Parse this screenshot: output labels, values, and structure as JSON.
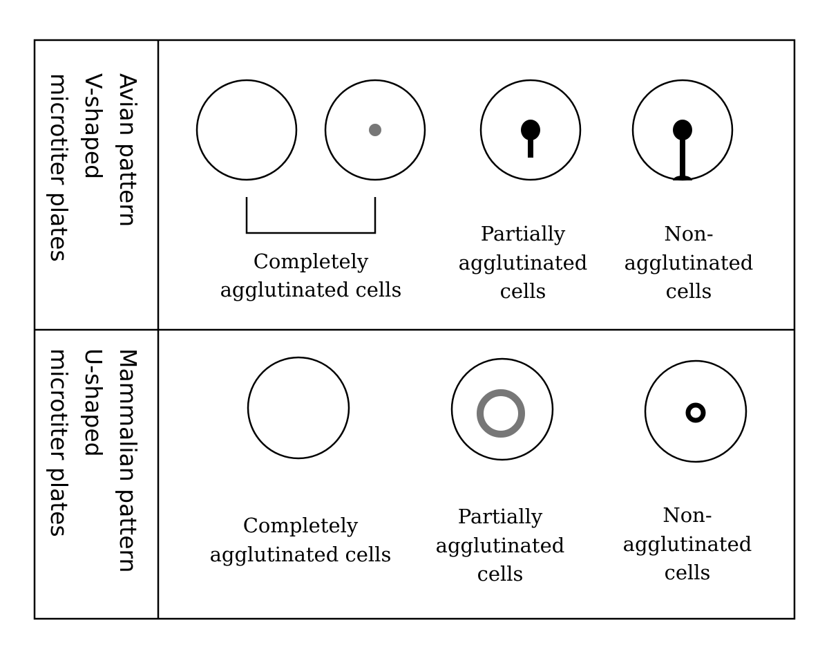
{
  "rows": [
    {
      "header": [
        "Avian pattern",
        "V-shaped",
        "microtiter plates"
      ],
      "labels": [
        [
          "Completely",
          "agglutinated cells"
        ],
        [
          "Partially",
          "agglutinated",
          "cells"
        ],
        [
          "Non-",
          "agglutinated",
          "cells"
        ]
      ]
    },
    {
      "header": [
        "Mammalian pattern",
        "U-shaped",
        "microtiter plates"
      ],
      "labels": [
        [
          "Completely",
          "agglutinated cells"
        ],
        [
          "Partially",
          "agglutinated",
          "cells"
        ],
        [
          "Non-",
          "agglutinated",
          "cells"
        ]
      ]
    }
  ],
  "colors": {
    "line": "#000000",
    "gray_mark": "#777777"
  }
}
